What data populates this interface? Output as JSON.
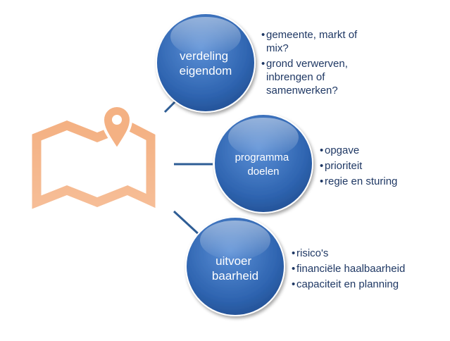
{
  "colors": {
    "node_fill": "#2e64b0",
    "node_fill_light": "#5b8fd6",
    "connector": "#2e5d95",
    "bullet_text": "#1f3864",
    "icon": "#f4b183"
  },
  "icon": "map-pin-icon",
  "nodes": [
    {
      "label_lines": [
        "verdeling",
        "eigendom"
      ],
      "bullets": [
        "gemeente, markt of mix?",
        "grond verwerven, inbrengen of samenwerken?"
      ]
    },
    {
      "label_lines": [
        "programma",
        "doelen"
      ],
      "bullets": [
        "opgave",
        "prioriteit",
        "regie en sturing"
      ]
    },
    {
      "label_lines": [
        "uitvoer",
        "baarheid"
      ],
      "bullets": [
        "risico's",
        "financiële haalbaarheid",
        "capaciteit en planning"
      ]
    }
  ]
}
